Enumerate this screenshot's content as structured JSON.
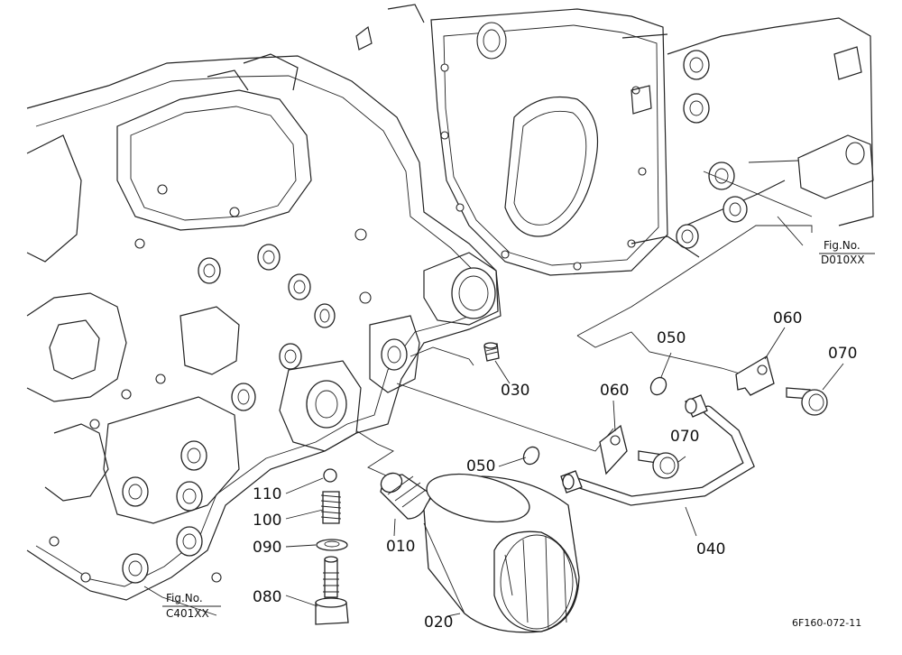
{
  "parts": [
    {
      "id": "p030",
      "code": "030"
    },
    {
      "id": "p050a",
      "code": "050"
    },
    {
      "id": "p050b",
      "code": "050"
    },
    {
      "id": "p060a",
      "code": "060"
    },
    {
      "id": "p060b",
      "code": "060"
    },
    {
      "id": "p070a",
      "code": "070"
    },
    {
      "id": "p070b",
      "code": "070"
    },
    {
      "id": "p040",
      "code": "040"
    },
    {
      "id": "p010",
      "code": "010"
    },
    {
      "id": "p020",
      "code": "020"
    },
    {
      "id": "p080",
      "code": "080"
    },
    {
      "id": "p090",
      "code": "090"
    },
    {
      "id": "p100",
      "code": "100"
    },
    {
      "id": "p110",
      "code": "110"
    }
  ],
  "figure_refs": [
    {
      "line1": "Fig.No.",
      "line2": "D010XX"
    },
    {
      "line1": "Fig.No.",
      "line2": "C401XX"
    }
  ],
  "drawing_code": "6F160-072-11"
}
